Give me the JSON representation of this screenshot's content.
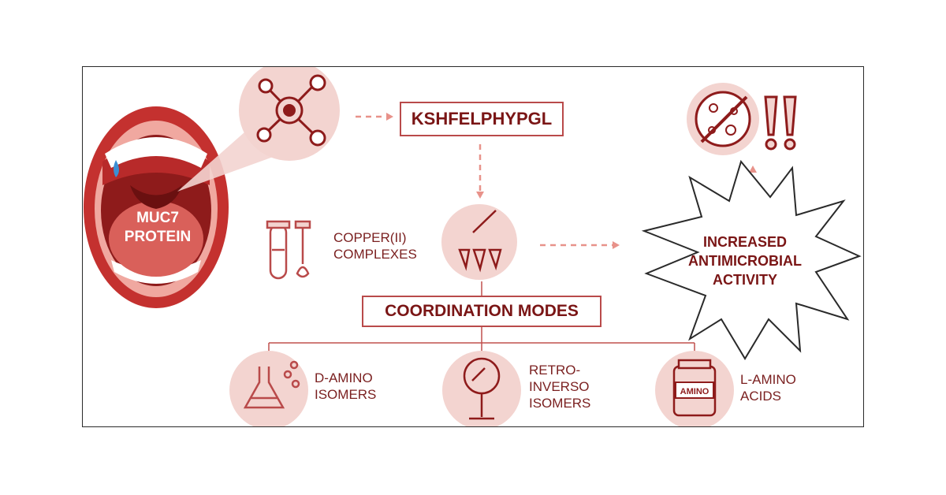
{
  "mouth": {
    "line1": "MUC7",
    "line2": "PROTEIN"
  },
  "peptide": {
    "sequence": "KSHFELPHYPGL"
  },
  "copper": {
    "line1": "COPPER(II)",
    "line2": "COMPLEXES"
  },
  "coordination": {
    "title": "COORDINATION MODES"
  },
  "result": {
    "line1": "INCREASED",
    "line2": "ANTIMICROBIAL",
    "line3": "ACTIVITY"
  },
  "isomers": [
    {
      "line1": "D-AMINO",
      "line2": "ISOMERS"
    },
    {
      "line1": "RETRO-",
      "line2": "INVERSO",
      "line3": "ISOMERS"
    },
    {
      "line1": "L-AMINO",
      "line2": "ACIDS"
    }
  ],
  "jar_label": "AMINO",
  "colors": {
    "primary": "#7a1515",
    "accent": "#c0504d",
    "soft": "#f3d4d0",
    "arrow": "#e8928a"
  }
}
